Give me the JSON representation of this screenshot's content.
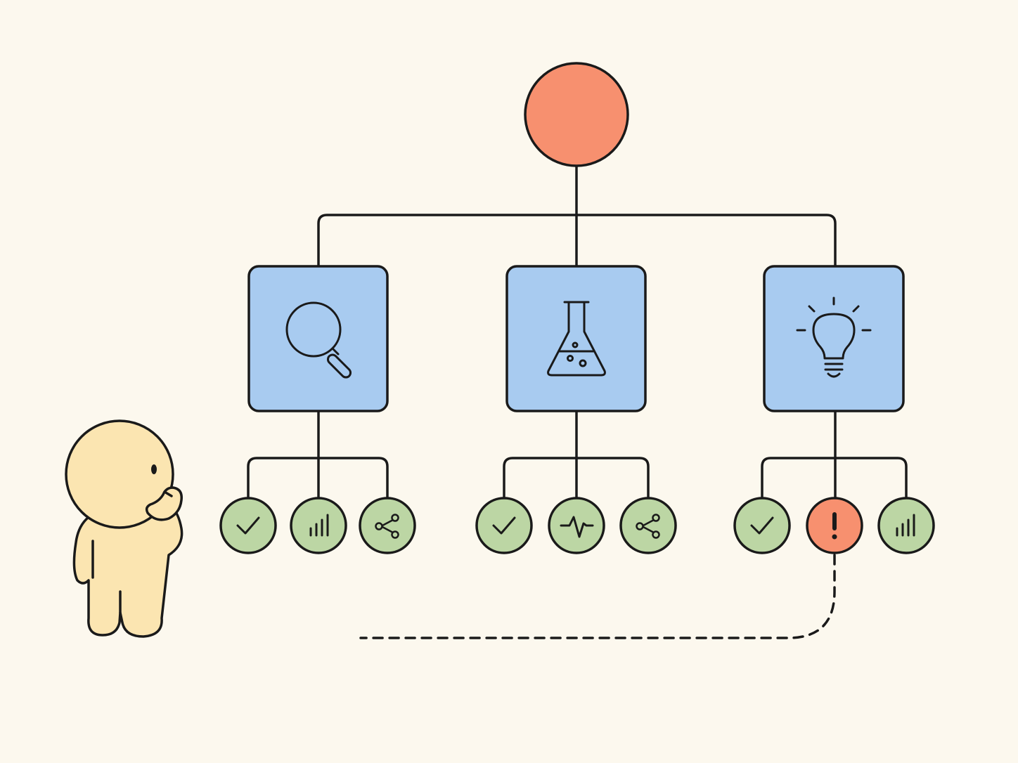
{
  "colors": {
    "background": "#fcf8ee",
    "outline": "#1a1a1a",
    "root_fill": "#f7906f",
    "box_fill": "#a8cbf0",
    "ok_fill": "#bcd6a4",
    "alert_fill": "#f7906f",
    "person_fill": "#fbe5b1"
  },
  "diagram": {
    "root": {
      "icon": "none"
    },
    "categories": [
      {
        "icon": "magnifier-icon",
        "children": [
          {
            "icon": "check-icon",
            "status": "ok"
          },
          {
            "icon": "bar-chart-icon",
            "status": "ok"
          },
          {
            "icon": "share-icon",
            "status": "ok"
          }
        ]
      },
      {
        "icon": "flask-icon",
        "children": [
          {
            "icon": "check-icon",
            "status": "ok"
          },
          {
            "icon": "pulse-icon",
            "status": "ok"
          },
          {
            "icon": "share-icon",
            "status": "ok"
          }
        ]
      },
      {
        "icon": "lightbulb-icon",
        "children": [
          {
            "icon": "check-icon",
            "status": "ok"
          },
          {
            "icon": "exclamation-icon",
            "status": "alert"
          },
          {
            "icon": "bar-chart-icon",
            "status": "ok"
          }
        ]
      }
    ],
    "observer": {
      "icon": "thinking-person-icon"
    },
    "alert_link": {
      "style": "dashed"
    }
  }
}
